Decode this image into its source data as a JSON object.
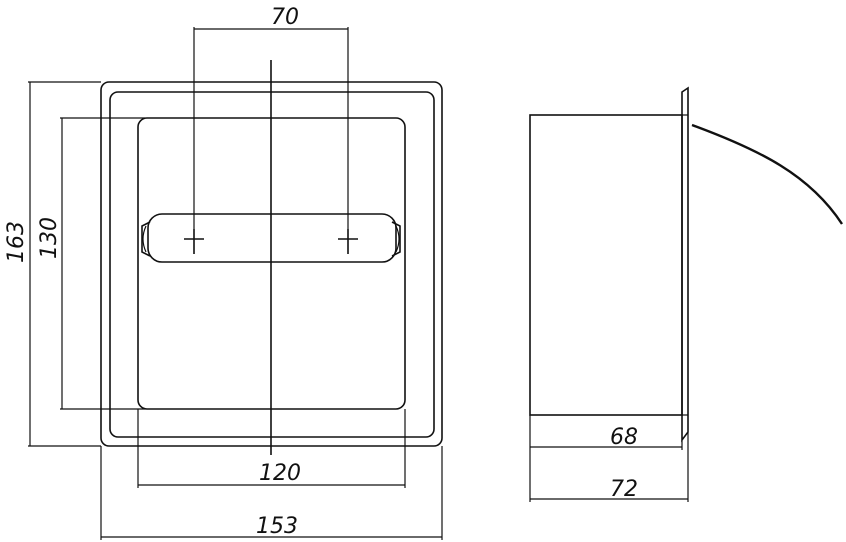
{
  "dimensions": {
    "top_hole_spacing": "70",
    "outer_height": "163",
    "inner_height": "130",
    "inner_width": "120",
    "outer_width": "153",
    "side_body_depth": "68",
    "side_total_depth": "72"
  }
}
